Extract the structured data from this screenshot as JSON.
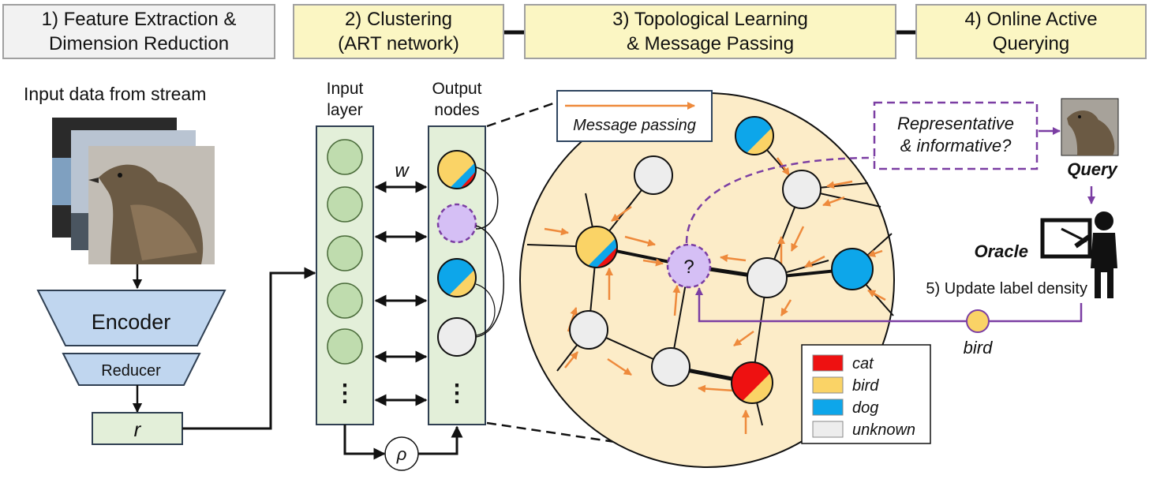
{
  "stages": [
    {
      "label": "1) Feature Extraction &\nDimension Reduction",
      "color": "#f2f2f2"
    },
    {
      "label": "2) Clustering\n(ART network)",
      "color": "#fbf6c3"
    },
    {
      "label": "3) Topological Learning\n& Message Passing",
      "color": "#fbf6c3"
    },
    {
      "label": "4) Online Active\nQuerying",
      "color": "#fbf6c3"
    }
  ],
  "feature_extraction": {
    "input_title": "Input data from stream",
    "encoder": "Encoder",
    "reducer": "Reducer",
    "representation": "r"
  },
  "art_network": {
    "input_layer": "Input\nlayer",
    "output_nodes": "Output\nnodes",
    "weight": "w",
    "vigilance": "ρ",
    "ellipsis": "⋮"
  },
  "topology": {
    "message_passing": "Message passing",
    "query_node": "?"
  },
  "querying": {
    "criterion": "Representative\n& informative?",
    "query": "Query",
    "oracle": "Oracle",
    "update": "5) Update label density",
    "returned_label": "bird"
  },
  "legend": [
    {
      "label": "cat",
      "color": "#ee1111"
    },
    {
      "label": "bird",
      "color": "#fad366"
    },
    {
      "label": "dog",
      "color": "#0da6ea"
    },
    {
      "label": "unknown",
      "color": "#ededed"
    }
  ],
  "colors": {
    "message_arrow": "#ee8a3c",
    "query_path": "#7b3ea3",
    "query_node_fill": "#d5bff5",
    "layer_fill": "#e3efd9",
    "layer_node": "#bfdcae",
    "encoder_fill": "#c0d6ef",
    "topology_fill": "#fcecc8"
  }
}
